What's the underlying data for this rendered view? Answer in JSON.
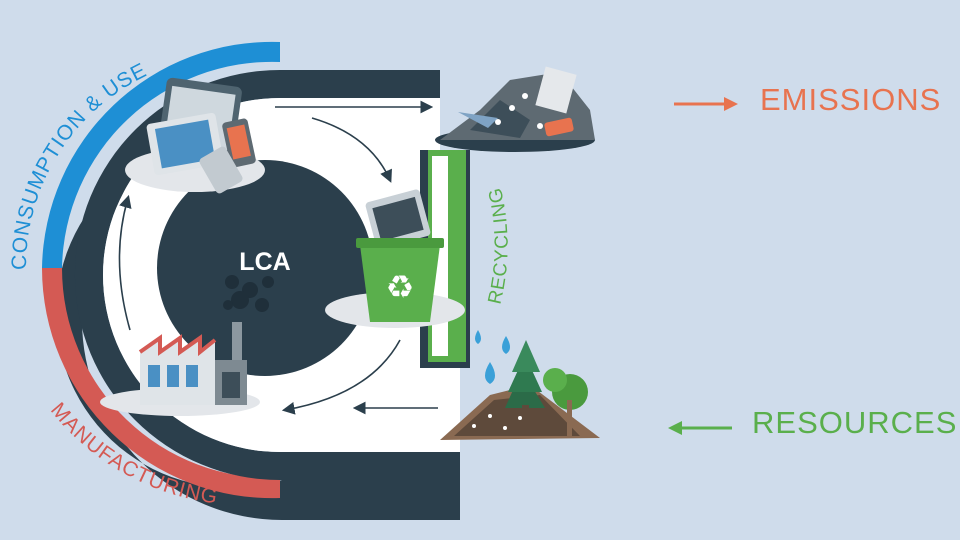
{
  "center_label": "LCA",
  "stages": {
    "consumption": "CONSUMPTION & USE",
    "manufacturing": "MANUFACTURING",
    "recycling": "RECYCLING"
  },
  "outputs": {
    "emissions": "EMISSIONS",
    "resources": "RESOURCES"
  },
  "colors": {
    "background": "#cfdceb",
    "ring_dark": "#2b3f4c",
    "consumption_blue": "#1e8fd5",
    "manufacturing_red": "#d45a54",
    "recycling_green": "#5aaf4c",
    "emissions_orange": "#e8734f",
    "resources_green": "#5aaf4c"
  }
}
